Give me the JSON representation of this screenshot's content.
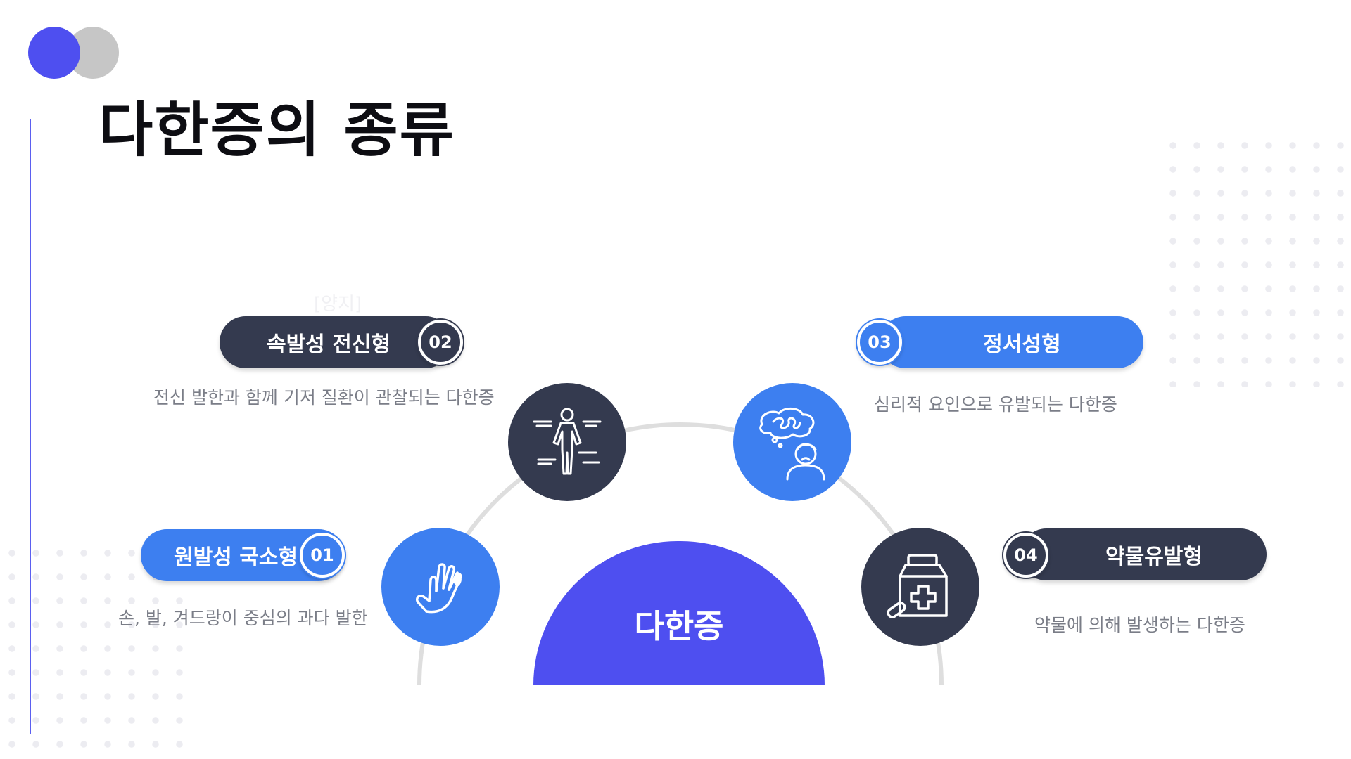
{
  "title": "다한증의 종류",
  "center_label": "다한증",
  "faint_text": "[양지]",
  "items": [
    {
      "number": "01",
      "label": "원발성 국소형",
      "description": "손, 발, 겨드랑이 중심의 과다 발한",
      "icon": "hand-droplet-icon"
    },
    {
      "number": "02",
      "label": "속발성 전신형",
      "description": "전신 발한과 함께 기저 질환이 관찰되는 다한증",
      "icon": "human-body-icon"
    },
    {
      "number": "03",
      "label": "정서성형",
      "description": "심리적 요인으로 유발되는 다한증",
      "icon": "stressed-person-thought-icon"
    },
    {
      "number": "04",
      "label": "약물유발형",
      "description": "약물에 의해 발생하는 다한증",
      "icon": "medicine-bottle-icon"
    }
  ],
  "colors": {
    "primary": "#4e4ff0",
    "blue": "#3d7ff0",
    "dark": "#343a4f",
    "text_muted": "#7a7d87",
    "deco_gray": "#c6c6c6"
  }
}
